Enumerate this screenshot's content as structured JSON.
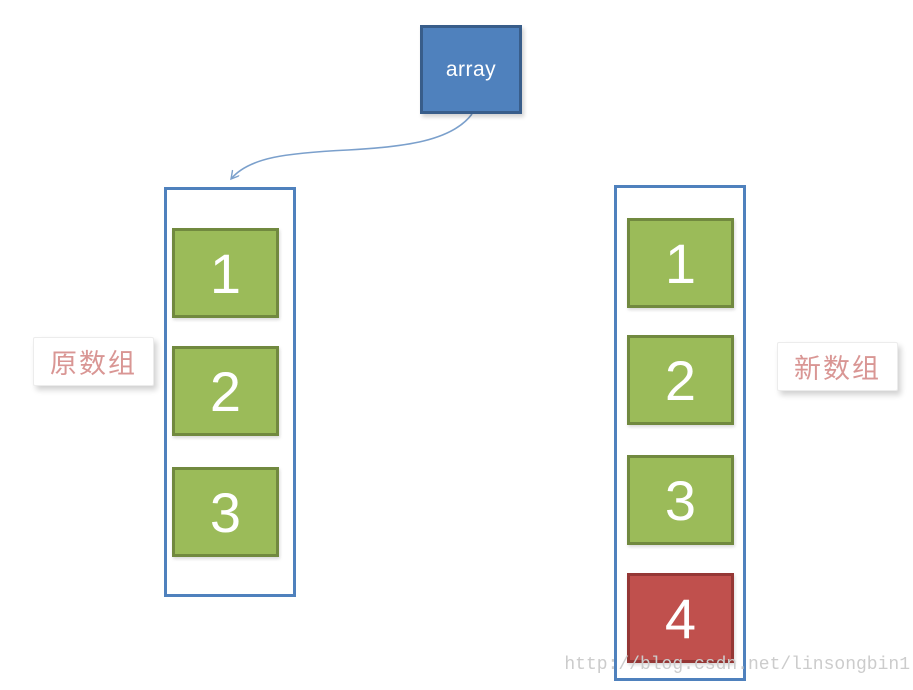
{
  "diagram": {
    "pointer": {
      "label": "array"
    },
    "original_array": {
      "label": "原数组",
      "items": [
        {
          "value": "1"
        },
        {
          "value": "2"
        },
        {
          "value": "3"
        }
      ]
    },
    "new_array": {
      "label": "新数组",
      "items": [
        {
          "value": "1"
        },
        {
          "value": "2"
        },
        {
          "value": "3"
        },
        {
          "value": "4",
          "highlight": true
        }
      ]
    },
    "watermark": "http://blog.csdn.net/linsongbin1",
    "colors": {
      "pointer_fill": "#4f81bd",
      "pointer_border": "#385d8a",
      "container_border": "#4f81bd",
      "item_fill": "#9bbb59",
      "item_border": "#71893f",
      "new_item_fill": "#c0504d",
      "new_item_border": "#953735",
      "label_text": "#d99694",
      "arrow_stroke": "#7ba0cc",
      "watermark_text": "#cccccc"
    }
  }
}
